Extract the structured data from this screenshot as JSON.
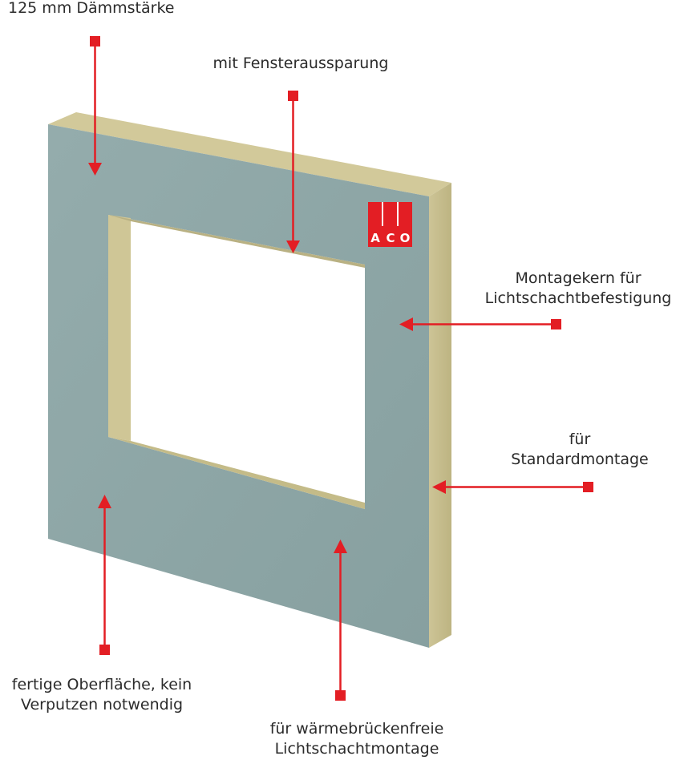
{
  "labels": {
    "thickness": "125 mm Dämmstärke",
    "window_cutout": "mit Fensteraussparung",
    "mounting_core": [
      "Montagekern für",
      "Lichtschachtbefestigung"
    ],
    "standard": [
      "für",
      "Standardmontage"
    ],
    "surface": [
      "fertige Oberfläche, kein",
      "Verputzen notwendig"
    ],
    "thermal_bridge": [
      "für wärmebrückenfreie",
      "Lichtschachtmontage"
    ]
  },
  "logo": {
    "text_a": "A",
    "text_c": "C",
    "text_o": "O"
  },
  "colors": {
    "face": "#8fa8a8",
    "edge": "#c9c090",
    "edge_dark": "#b3aa78",
    "arrow": "#e31e24",
    "logo": "#e31e24",
    "text": "#2b2b2b"
  }
}
